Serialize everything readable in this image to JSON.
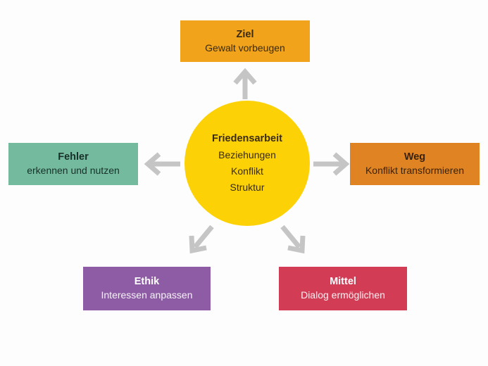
{
  "diagram": {
    "center": {
      "title": "Friedensarbeit",
      "lines": [
        "Beziehungen",
        "Konflikt",
        "Struktur"
      ],
      "bg_color": "#fcd207",
      "text_color": "#3b2b0e"
    },
    "nodes": [
      {
        "id": "ziel",
        "title": "Ziel",
        "subtitle": "Gewalt vorbeugen",
        "position": "top",
        "bg_color": "#f1a41b",
        "text_color": "#3b2a0c"
      },
      {
        "id": "fehler",
        "title": "Fehler",
        "subtitle": "erkennen und nutzen",
        "position": "left",
        "bg_color": "#74ba9e",
        "text_color": "#17312a"
      },
      {
        "id": "weg",
        "title": "Weg",
        "subtitle": "Konflikt transformieren",
        "position": "right",
        "bg_color": "#e08322",
        "text_color": "#3a230c"
      },
      {
        "id": "ethik",
        "title": "Ethik",
        "subtitle": "Interessen anpassen",
        "position": "bottom-left",
        "bg_color": "#8d5ca4",
        "text_color": "#ffffff"
      },
      {
        "id": "mittel",
        "title": "Mittel",
        "subtitle": "Dialog ermöglichen",
        "position": "bottom-right",
        "bg_color": "#d23c55",
        "text_color": "#ffffff"
      }
    ],
    "arrows": [
      {
        "name": "arrow-up-icon",
        "from": "center",
        "to": "ziel"
      },
      {
        "name": "arrow-left-icon",
        "from": "center",
        "to": "fehler"
      },
      {
        "name": "arrow-right-icon",
        "from": "center",
        "to": "weg"
      },
      {
        "name": "arrow-down-left-icon",
        "from": "center",
        "to": "ethik"
      },
      {
        "name": "arrow-down-right-icon",
        "from": "center",
        "to": "mittel"
      }
    ],
    "arrow_color": "#c5c5c5",
    "background_color": "#fdfdfd"
  }
}
